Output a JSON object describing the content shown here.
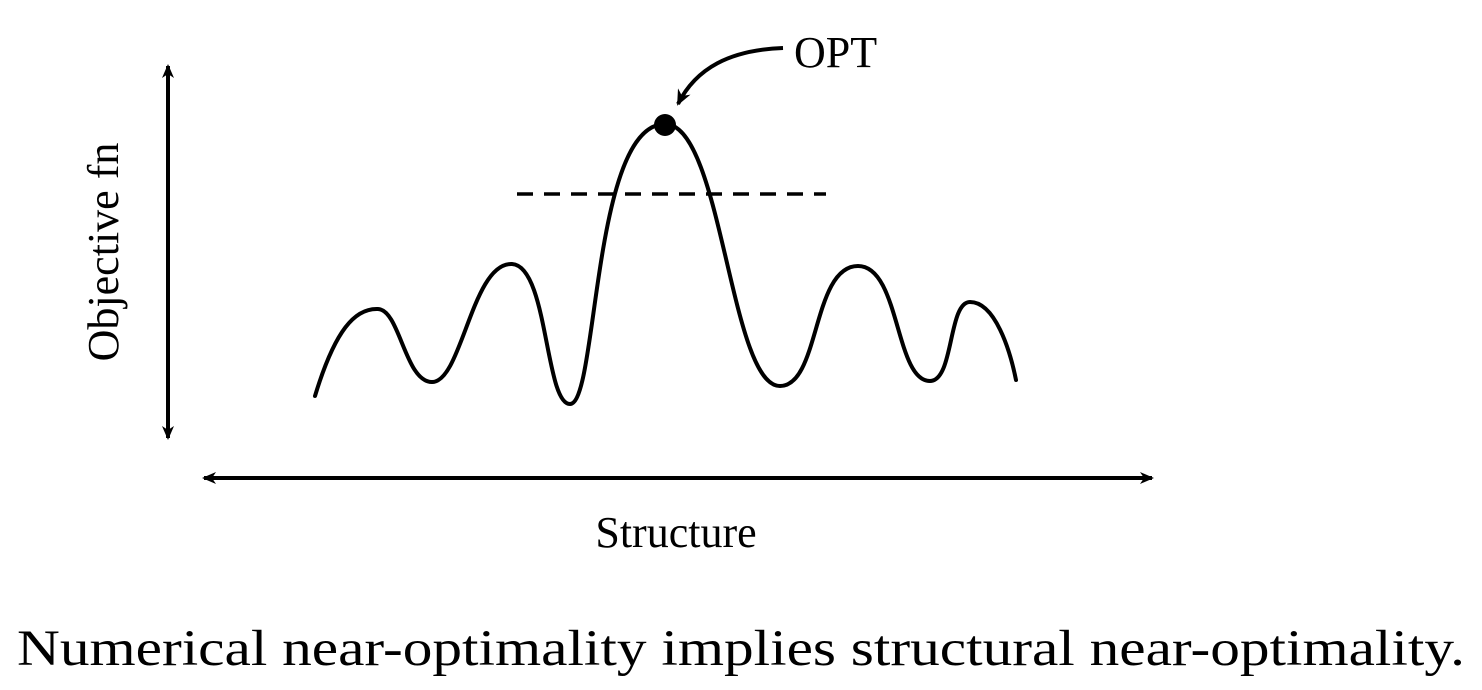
{
  "diagram": {
    "y_axis_label": "Objective fn",
    "x_axis_label": "Structure",
    "optimum_label": "OPT",
    "caption": "Numerical near-optimality implies structural near-optimality.",
    "stroke_color": "#000000",
    "background_color": "#ffffff"
  }
}
